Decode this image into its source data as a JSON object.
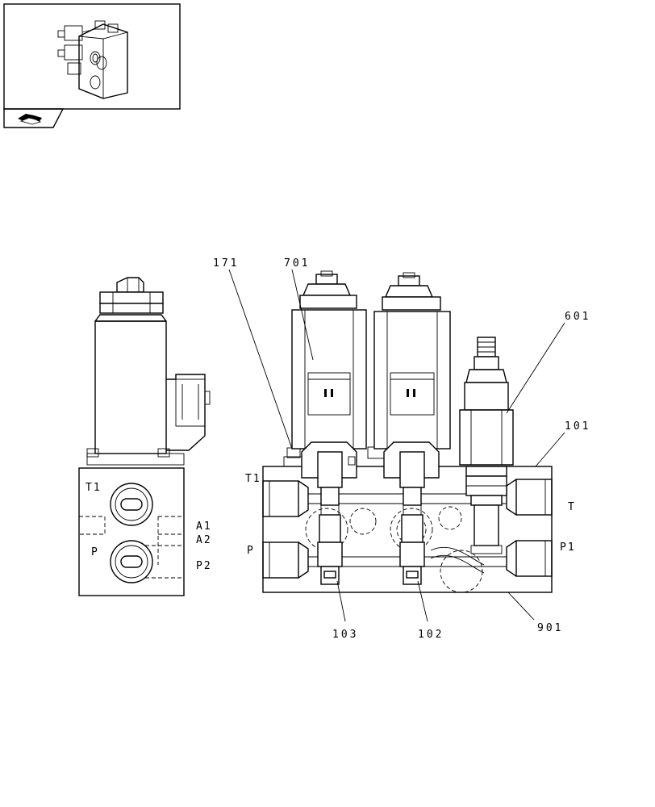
{
  "callouts": {
    "c171": "171",
    "c701": "701",
    "c601": "601",
    "c101": "101",
    "c103": "103",
    "c102": "102",
    "c901": "901"
  },
  "ports": {
    "side_T1": "T1",
    "side_P": "P",
    "side_A1": "A1",
    "side_A2": "A2",
    "side_P2": "P2",
    "front_T1": "T1",
    "front_P": "P",
    "front_T": "T",
    "front_P1": "P1"
  },
  "icons": {
    "thumbnail": "valve-block-thumbnail-icon",
    "nav": "book-navigation-icon"
  }
}
